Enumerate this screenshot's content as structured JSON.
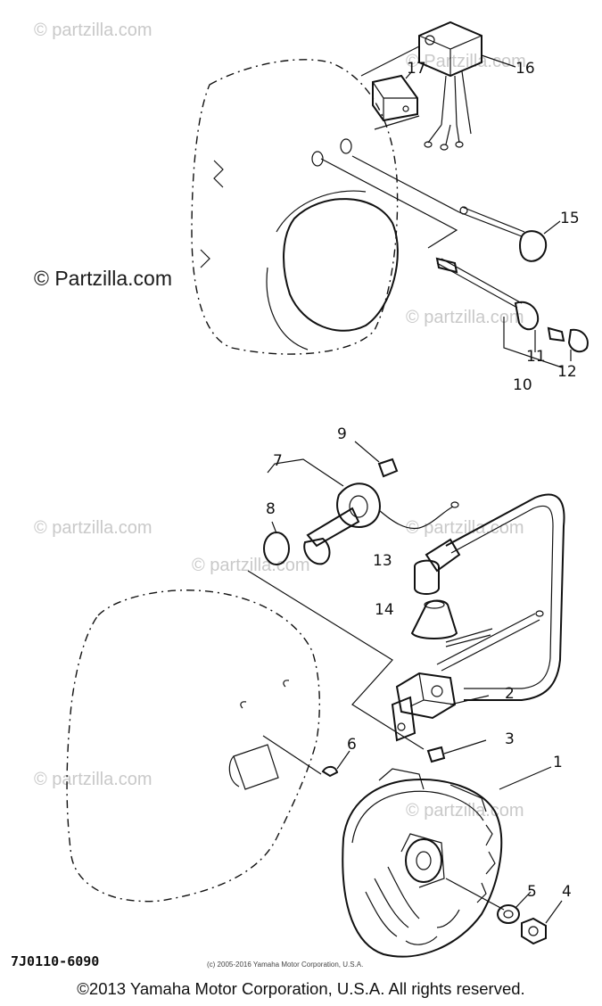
{
  "watermarks": {
    "top": "© Partzilla.com",
    "left_mid": "© Partzilla.com",
    "right_mid": "© partzilla.com",
    "lower_left": "© partzilla.com",
    "lower_mid": "© partzilla.com",
    "lower_right": "© partzilla.com",
    "bottom_left": "© partzilla.com",
    "bottom_right": "© partzilla.com",
    "top_left": "© partzilla.com"
  },
  "callouts": [
    "1",
    "2",
    "3",
    "4",
    "5",
    "6",
    "7",
    "8",
    "9",
    "10",
    "11",
    "12",
    "13",
    "14",
    "15",
    "16",
    "17"
  ],
  "diagram_code": "7J0110-6090",
  "small_notice": "(c) 2005-2016 Yamaha Motor Corporation, U.S.A.",
  "copyright": "©2013 Yamaha Motor Corporation, U.S.A. All rights reserved."
}
